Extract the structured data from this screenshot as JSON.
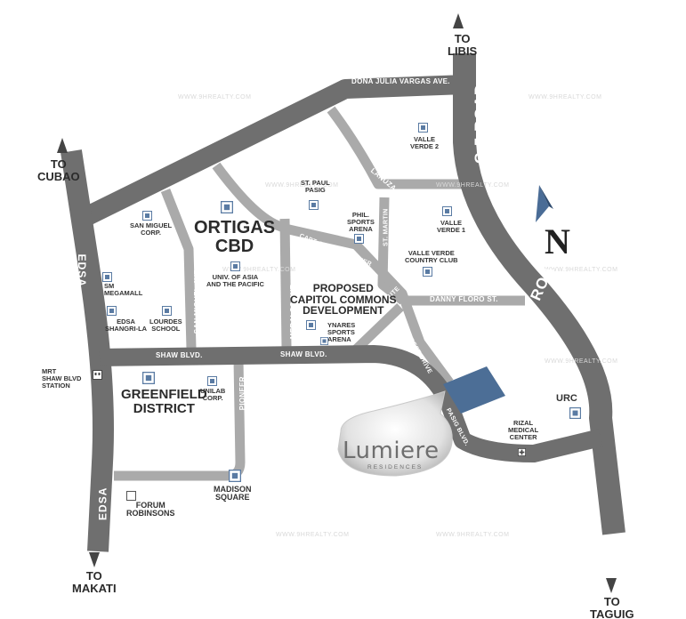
{
  "colors": {
    "road": "#6f6f6f",
    "road_light": "#aaaaaa",
    "site": "#4c6e96",
    "north_arrow": "#4a6c96",
    "text": "#333333"
  },
  "directions": {
    "libis": "TO\nLIBIS",
    "cubao": "TO\nCUBAO",
    "makati": "TO\nMAKATI",
    "taguig": "TO\nTAGUIG"
  },
  "roads": {
    "dona_julia_top": "DOÑA JULIA VARGAS AVE.",
    "dona_julia_left": "DOÑA JULIA VARGAS AVE.",
    "c5_top": "C-5 ROAD",
    "c5_right": "C-5 ROAD",
    "edsa_top": "EDSA",
    "edsa_bottom": "EDSA",
    "shaw_left": "SHAW BLVD.",
    "shaw_right": "SHAW BLVD.",
    "san_miguel_ave": "SAN MIGUEL AVE",
    "meralco_ave": "MERALCO AVE.",
    "pioneer": "PIONEER",
    "capt_henry": "CAPT. HENRY P. JAVIER",
    "st_martin": "ST. MARTIN",
    "lanuza": "LANUZA AVE.",
    "danny_floro": "DANNY FLORO ST.",
    "christian_route": "CHRISTIAN ROUTE",
    "hillcrest": "HILLCREST DRIVE",
    "pasig_blvd": "PASIG BLVD."
  },
  "places": {
    "valle_verde_2": "VALLE\nVERDE 2",
    "valle_verde_1": "VALLE\nVERDE 1",
    "valle_verde_cc": "VALLE VERDE\nCOUNTRY CLUB",
    "st_paul": "ST. PAUL\nPASIG",
    "phil_sports": "PHIL.\nSPORTS\nARENA",
    "san_miguel_corp": "SAN MIGUEL\nCORP.",
    "univ_asia": "UNIV. OF ASIA\nAND THE PACIFIC",
    "sm_megamall": "SM\nMEGAMALL",
    "edsa_shangrila": "EDSA\nSHANGRI-LA",
    "lourdes_school": "LOURDES\nSCHOOL",
    "ynares": "YNARES\nSPORTS\nARENA",
    "mrt": "MRT\nSHAW BLVD\nSTATION",
    "unilab": "UNILAB\nCORP.",
    "madison": "MADISON\nSQUARE",
    "forum": "FORUM\nROBINSONS",
    "rizal": "RIZAL\nMEDICAL\nCENTER",
    "urc": "URC"
  },
  "districts": {
    "ortigas": "ORTIGAS\nCBD",
    "greenfield": "GREENFIELD\nDISTRICT",
    "proposed": "PROPOSED\nCAPITOL COMMONS\nDEVELOPMENT"
  },
  "north_label": "N",
  "brand": {
    "name": "Lumiere",
    "sub": "RESIDENCES"
  },
  "watermark": "WWW.9HREALTY.COM"
}
